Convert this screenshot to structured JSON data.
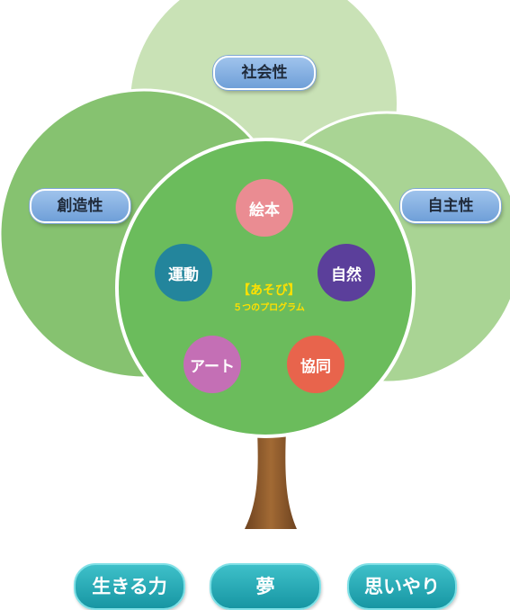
{
  "outer_labels": {
    "top": "社会性",
    "left": "創造性",
    "right": "自主性"
  },
  "center": {
    "title": "【あそび】",
    "subtitle": "５つのプログラム"
  },
  "programs": [
    {
      "label": "絵本",
      "color": "#ea8c92"
    },
    {
      "label": "自然",
      "color": "#5b3f9b"
    },
    {
      "label": "協同",
      "color": "#e8644c"
    },
    {
      "label": "アート",
      "color": "#c46fb5"
    },
    {
      "label": "運動",
      "color": "#23859c"
    }
  ],
  "bottom_labels": [
    "生きる力",
    "夢",
    "思いやり"
  ],
  "colors": {
    "top_circle": "#c9e2b6",
    "side_circles": "#a9d494",
    "left_circle": "#86c270",
    "main_circle": "#6bbc5c",
    "trunk": "#8b5a2b"
  }
}
